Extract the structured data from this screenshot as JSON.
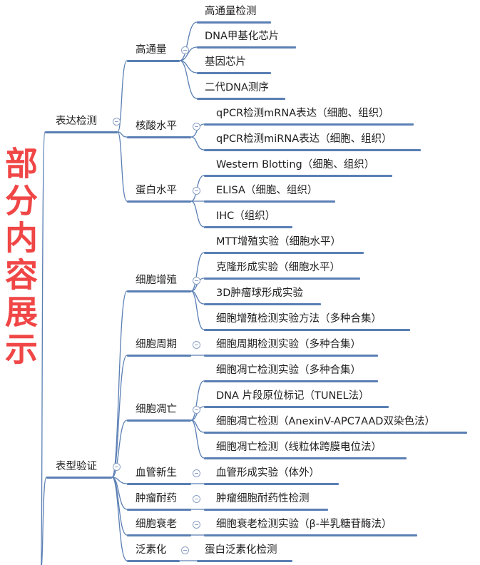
{
  "main": {
    "branches": [
      {
        "label": "表达检测",
        "children": [
          {
            "label": "高通量",
            "children": [
              {
                "label": "高通量检测"
              },
              {
                "label": "DNA甲基化芯片"
              },
              {
                "label": "基因芯片"
              },
              {
                "label": "二代DNA测序"
              }
            ]
          },
          {
            "label": "核酸水平",
            "children": [
              {
                "label": "qPCR检测mRNA表达（细胞、组织）"
              },
              {
                "label": "qPCR检测miRNA表达（细胞、组织）"
              }
            ]
          },
          {
            "label": "蛋白水平",
            "children": [
              {
                "label": "Western Blotting（细胞、组织）"
              },
              {
                "label": "ELISA（细胞、组织）"
              },
              {
                "label": "IHC（组织）"
              }
            ]
          }
        ]
      },
      {
        "label": "表型验证",
        "children": [
          {
            "label": "细胞增殖",
            "children": [
              {
                "label": "MTT增殖实验（细胞水平）"
              },
              {
                "label": "克隆形成实验（细胞水平）"
              },
              {
                "label": "3D肿瘤球形成实验"
              },
              {
                "label": "细胞增殖检测实验方法（多种合集）"
              }
            ]
          },
          {
            "label": "细胞周期",
            "children": [
              {
                "label": "细胞周期检测实验（多种合集）"
              }
            ]
          },
          {
            "label": "细胞凋亡",
            "children": [
              {
                "label": "细胞凋亡检测实验（多种合集）"
              },
              {
                "label": "DNA 片段原位标记（TUNEL法）"
              },
              {
                "label": "细胞凋亡检测（AnexinV-APC7AAD双染色法）"
              },
              {
                "label": "细胞凋亡检测（线粒体跨膜电位法）"
              }
            ]
          },
          {
            "label": "血管新生",
            "children": [
              {
                "label": "血管形成实验（体外）"
              }
            ]
          },
          {
            "label": "肿瘤耐药",
            "children": [
              {
                "label": "肿瘤细胞耐药性检测"
              }
            ]
          },
          {
            "label": "细胞衰老",
            "children": [
              {
                "label": "细胞衰老检测实验（β-半乳糖苷酶法）"
              }
            ]
          },
          {
            "label": "泛素化",
            "children": [
              {
                "label": "蛋白泛素化检测"
              }
            ]
          }
        ]
      }
    ]
  },
  "watermark": "部分内容展示",
  "colors": {
    "line": "#5a7fb4",
    "watermark": "#f04646"
  }
}
